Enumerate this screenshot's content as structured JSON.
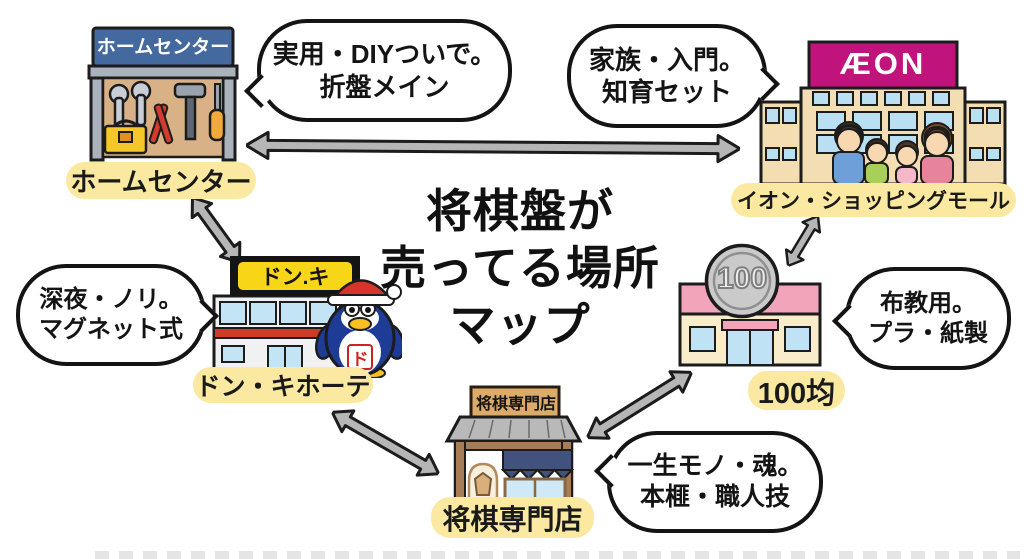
{
  "title": {
    "line1": "将棋盤が",
    "line2": "売ってる場所",
    "line3": "マップ"
  },
  "stores": {
    "home_center": {
      "sign": "ホームセンター",
      "label": "ホームセンター"
    },
    "aeon": {
      "sign": "ÆON",
      "label": "イオン・ショッピングモール"
    },
    "donki": {
      "sign": "ドン.キ",
      "label": "ドン・キホーテ",
      "mascot_mark": "ド"
    },
    "hyakkin": {
      "coin_text": "100",
      "label": "100均"
    },
    "shogi_shop": {
      "sign": "将棋専門店",
      "label": "将棋専門店"
    }
  },
  "bubbles": {
    "home_center": {
      "line1": "実用・DIYついで。",
      "line2": "折盤メイン"
    },
    "aeon": {
      "line1": "家族・入門。",
      "line2": "知育セット"
    },
    "donki": {
      "line1": "深夜・ノリ。",
      "line2": "マグネット式"
    },
    "hyakkin": {
      "line1": "布教用。",
      "line2": "プラ・紙製"
    },
    "shogi_shop": {
      "line1": "一生モノ・魂。",
      "line2": "本榧・職人技"
    }
  },
  "connections": [
    {
      "from": "ホームセンター",
      "to": "イオン・ショッピングモール",
      "style": "double-arrow"
    },
    {
      "from": "ホームセンター",
      "to": "ドン・キホーテ",
      "style": "double-arrow"
    },
    {
      "from": "ドン・キホーテ",
      "to": "将棋専門店",
      "style": "double-arrow"
    },
    {
      "from": "将棋専門店",
      "to": "100均",
      "style": "double-arrow"
    },
    {
      "from": "100均",
      "to": "イオン・ショッピングモール",
      "style": "double-arrow"
    }
  ],
  "colors": {
    "label_highlight": "#fbe9a2",
    "arrow_fill": "#b6b6b6",
    "home_center_sign": "#44699f",
    "aeon_sign": "#c0137b",
    "donki_sign_yellow": "#f7d517",
    "hyakkin_roof": "#f2a5ba",
    "shogi_awning": "#42527e",
    "outline": "#1c1c1c"
  }
}
